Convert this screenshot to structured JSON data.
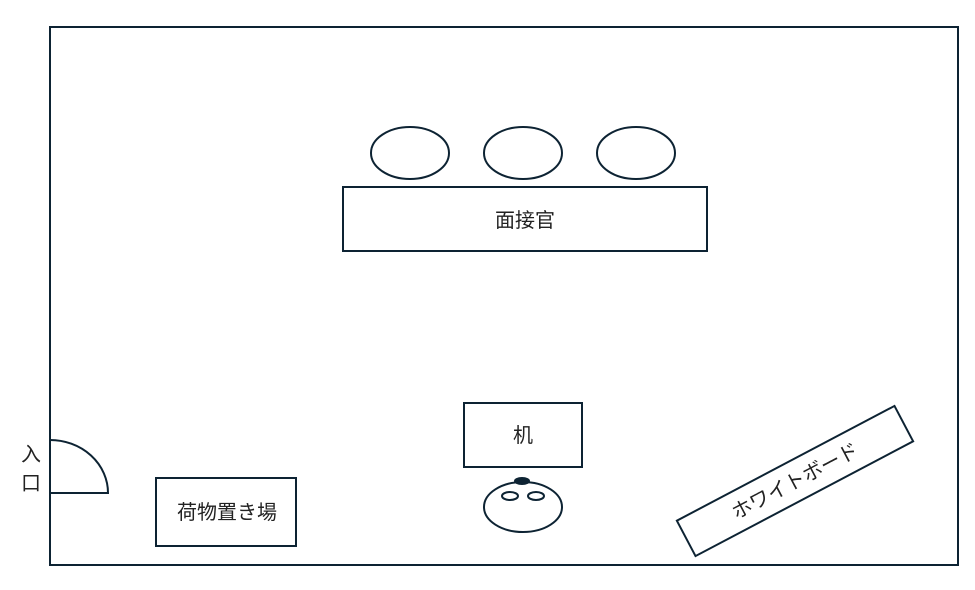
{
  "labels": {
    "interviewers": "面接官",
    "desk": "机",
    "luggage": "荷物置き場",
    "whiteboard": "ホワイトボード",
    "entrance_1": "入",
    "entrance_2": "口"
  },
  "colors": {
    "stroke": "#0d2333",
    "background": "#ffffff"
  }
}
